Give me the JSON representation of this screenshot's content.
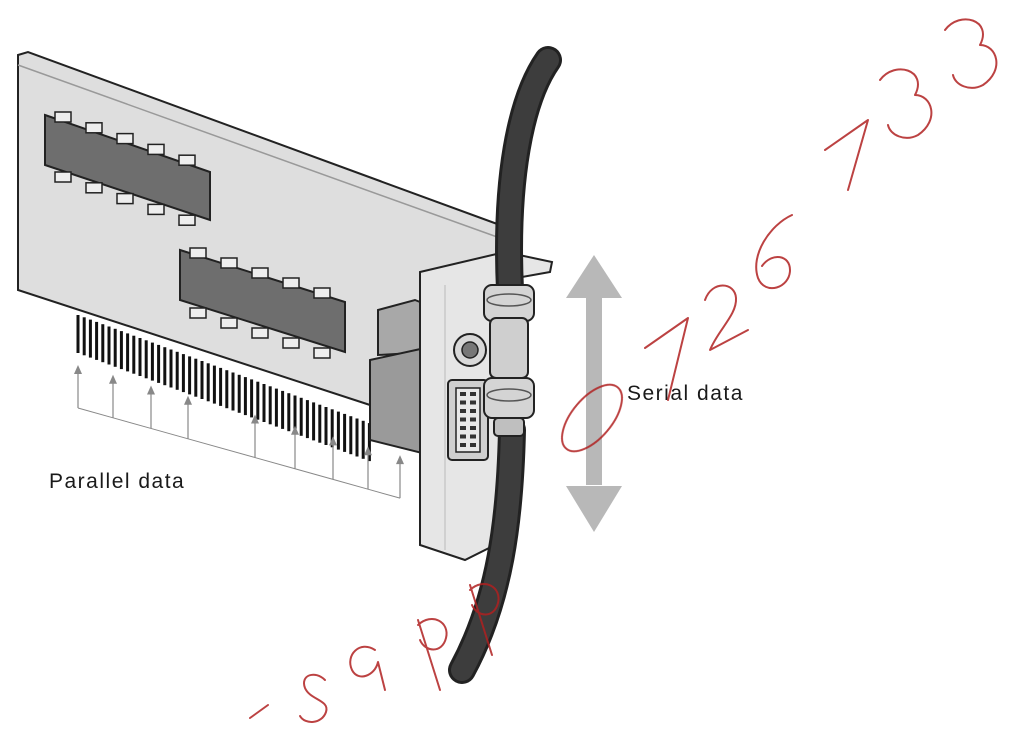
{
  "labels": {
    "parallel": "Parallel data",
    "serial": "Serial data"
  },
  "watermark": {
    "text": "- sapp 0726 733"
  },
  "colors": {
    "board": "#dedede",
    "chip": "#6e6e6e",
    "cable": "#3d3d3d",
    "bracket": "#e6e6e6",
    "arrow": "#b8b8b8",
    "watermark": "#b02020"
  },
  "icons": {
    "parallel_arrows": "up-arrow-icon",
    "serial_arrow": "double-headed-vertical-arrow-icon"
  }
}
